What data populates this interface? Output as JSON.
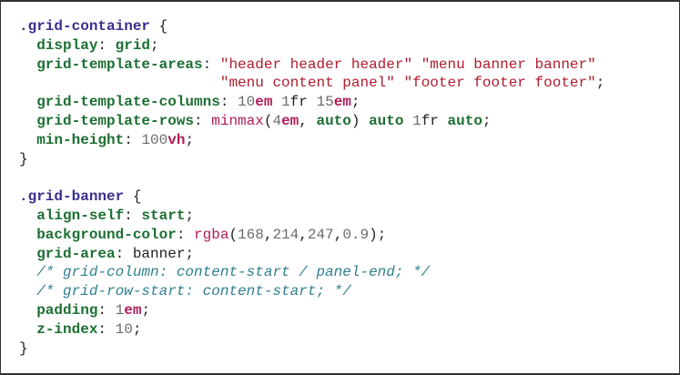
{
  "block1": {
    "selector": ".grid-container",
    "open": " {",
    "close": "}",
    "display_prop": "display",
    "display_val": "grid",
    "areas_prop": "grid-template-areas",
    "areas_str1": "\"header header header\"",
    "areas_str2": "\"menu banner banner\"",
    "areas_str3": "\"menu content panel\"",
    "areas_str4": "\"footer footer footer\"",
    "cols_prop": "grid-template-columns",
    "cols_num1": "10",
    "cols_unit1": "em",
    "cols_num2": "1",
    "cols_unit2": "fr",
    "cols_num3": "15",
    "cols_unit3": "em",
    "rows_prop": "grid-template-rows",
    "rows_fn": "minmax",
    "rows_num1": "4",
    "rows_unit1": "em",
    "rows_kw1": "auto",
    "rows_kw2": "auto",
    "rows_num2": "1",
    "rows_unit2": "fr",
    "rows_kw3": "auto",
    "minh_prop": "min-height",
    "minh_num": "100",
    "minh_unit": "vh"
  },
  "block2": {
    "selector": ".grid-banner",
    "open": " {",
    "close": "}",
    "align_prop": "align-self",
    "align_val": "start",
    "bg_prop": "background-color",
    "bg_fn": "rgba",
    "bg_n1": "168",
    "bg_n2": "214",
    "bg_n3": "247",
    "bg_n4": "0.9",
    "area_prop": "grid-area",
    "area_val": "banner",
    "comment1": "/* grid-column: content-start / panel-end; */",
    "comment2": "/* grid-row-start: content-start; */",
    "pad_prop": "padding",
    "pad_num": "1",
    "pad_unit": "em",
    "z_prop": "z-index",
    "z_num": "10"
  }
}
